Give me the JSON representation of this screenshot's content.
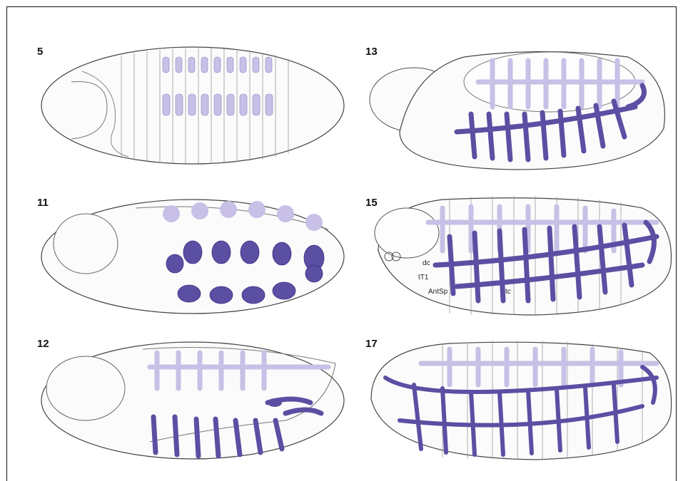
{
  "figure": {
    "accent_color": "#5b4fa3",
    "faint_color": "#c8c0e6",
    "stages": [
      {
        "id": "5",
        "label": "5"
      },
      {
        "id": "13",
        "label": "13"
      },
      {
        "id": "11",
        "label": "11"
      },
      {
        "id": "15",
        "label": "15",
        "annotations": [
          "dc",
          "tT1",
          "AntSp",
          "tc"
        ]
      },
      {
        "id": "12",
        "label": "12"
      },
      {
        "id": "17",
        "label": "17"
      }
    ]
  }
}
